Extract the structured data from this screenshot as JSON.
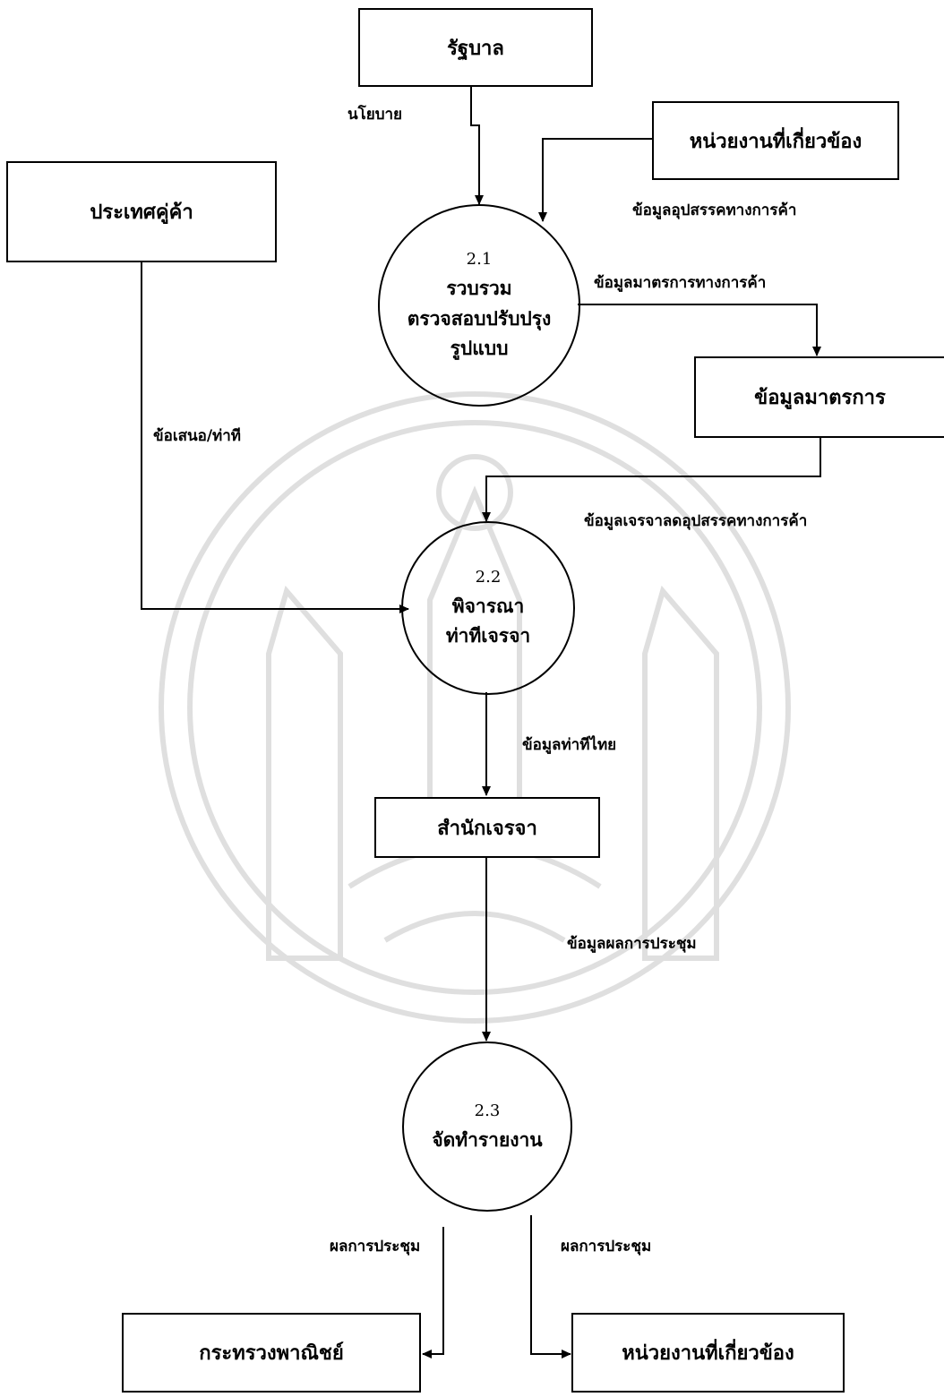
{
  "entities": {
    "government": "รัฐบาล",
    "related_agencies_top": "หน่วยงานที่เกี่ยวข้อง",
    "partner_country": "ประเทศคู่ค้า",
    "ministry_of_commerce": "กระทรวงพาณิชย์",
    "related_agencies_bottom": "หน่วยงานที่เกี่ยวข้อง"
  },
  "processes": [
    {
      "number": "2.1",
      "lines": [
        "รวบรวม",
        "ตรวจสอบปรับปรุง",
        "รูปแบบ"
      ]
    },
    {
      "number": "2.2",
      "lines": [
        "พิจารณา",
        "ท่าทีเจรจา"
      ]
    },
    {
      "number": "2.3",
      "lines": [
        "จัดทำรายงาน"
      ]
    }
  ],
  "stores": {
    "measures_data": "ข้อมูลมาตรการ",
    "negotiation_office": "สำนักเจรจา"
  },
  "flows": {
    "policy": "นโยบาย",
    "trade_obstacle_info": "ข้อมูลอุปสรรคทางการค้า",
    "trade_measures_info": "ข้อมูลมาตรการทางการค้า",
    "proposal_position": "ข้อเสนอ/ท่าที",
    "negotiate_reduce_obstacles": "ข้อมูลเจรจาลดอุปสรรคทางการค้า",
    "thai_position_info": "ข้อมูลท่าทีไทย",
    "meeting_results_info": "ข้อมูลผลการประชุม",
    "meeting_results_left": "ผลการประชุม",
    "meeting_results_right": "ผลการประชุม"
  }
}
